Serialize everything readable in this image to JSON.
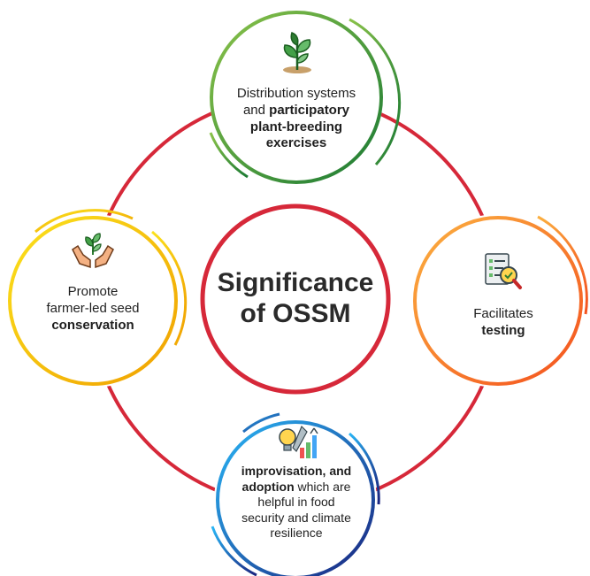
{
  "center": {
    "line1": "Significance",
    "line2": "of OSSM"
  },
  "nodes": {
    "top": {
      "text1": "Distribution systems",
      "text2a": "and ",
      "text2b": "participatory",
      "text3": "plant-breeding",
      "text4": "exercises",
      "icon": "plant-sprout-icon",
      "color_start": "#2e8b3d",
      "color_end": "#8bc34a"
    },
    "left": {
      "text1": "Promote",
      "text2": "farmer-led seed",
      "text3": "conservation",
      "icon": "hands-plant-icon",
      "color_start": "#f9d71c",
      "color_end": "#f0a500"
    },
    "right": {
      "text1": "Facilitates",
      "text2": "testing",
      "icon": "document-search-icon",
      "color_start": "#f9a03f",
      "color_end": "#f4511e"
    },
    "bottom": {
      "text1a": "improvisation, and",
      "text2a": "adoption",
      "text2b": " which are",
      "text3": "helpful in food",
      "text4": "security and climate",
      "text5": "resilience",
      "icon": "innovation-tools-icon",
      "color_start": "#1e3a8a",
      "color_end": "#29b6f6"
    }
  },
  "ring_color": "#d62839"
}
